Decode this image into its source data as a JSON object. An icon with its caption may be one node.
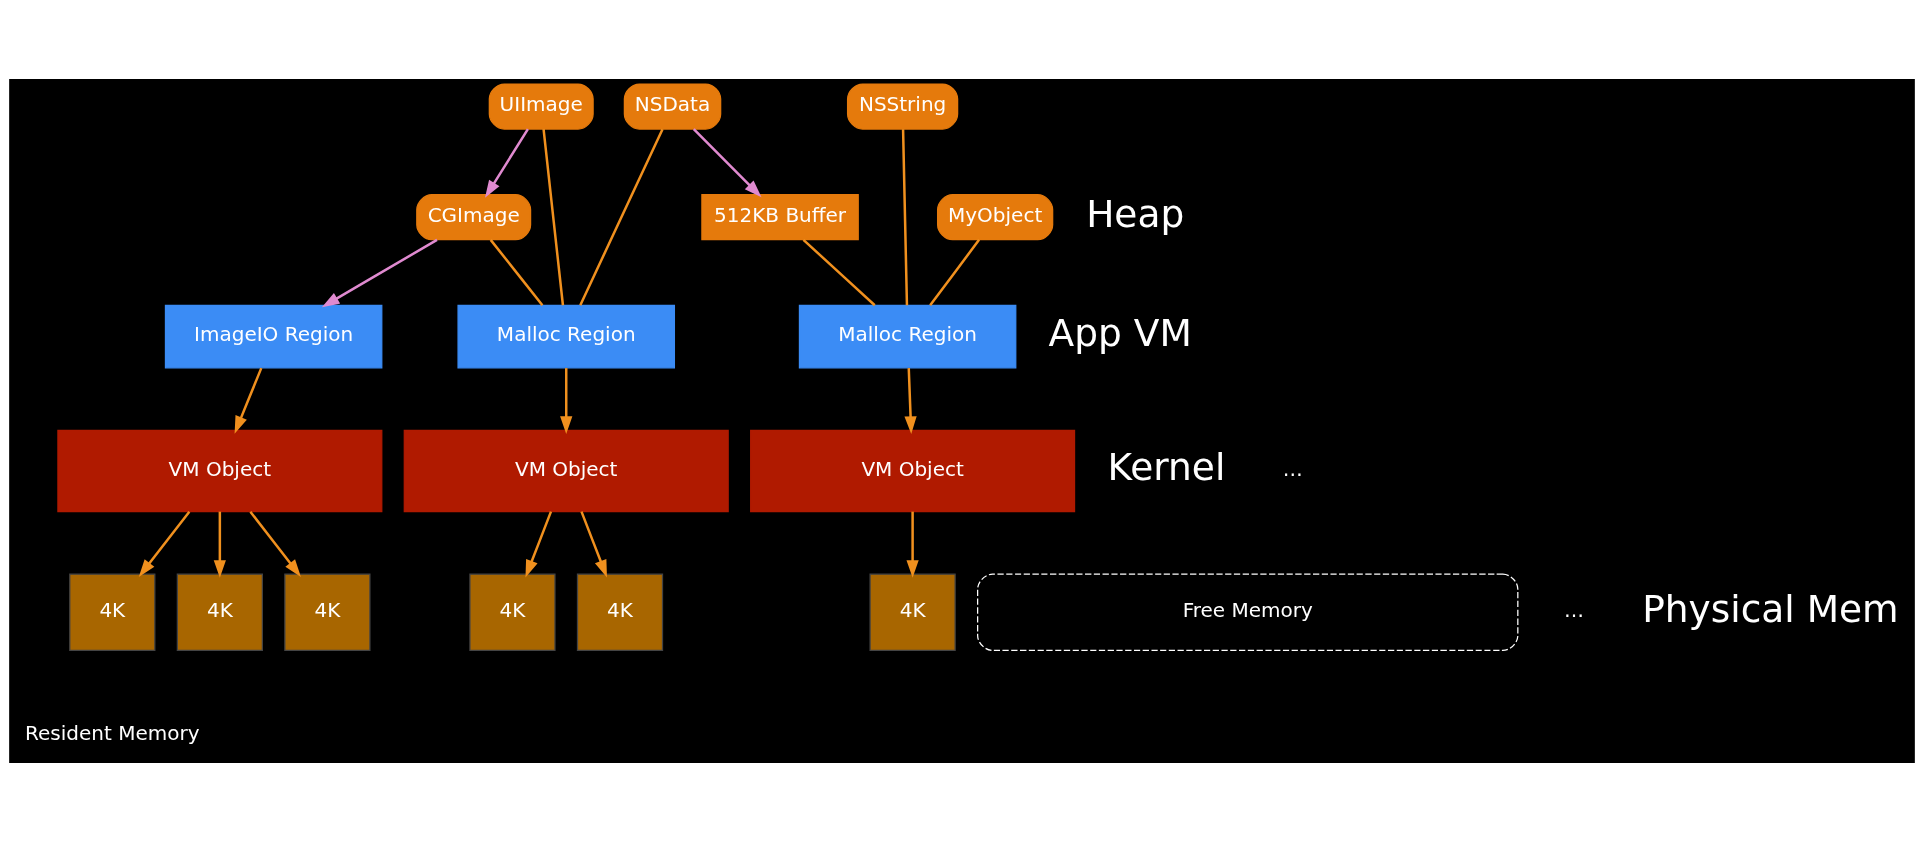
{
  "diagram": {
    "nodes": [
      {
        "text": [
          "UIImage"
        ]
      },
      {
        "text": [
          "CGImage"
        ]
      },
      {
        "text": [
          "NSData"
        ]
      },
      {
        "text": [
          "512KB Buffer"
        ]
      },
      {
        "text": [
          "NSString"
        ]
      },
      {
        "text": [
          "MyObject"
        ]
      },
      {
        "text": [
          "ImageIO Region"
        ]
      },
      {
        "text": [
          "Malloc Region"
        ]
      },
      {
        "text": [
          "Malloc Region"
        ]
      },
      {
        "text": [
          "VM Object"
        ]
      },
      {
        "text": [
          "VM Object"
        ]
      },
      {
        "text": [
          "VM Object"
        ]
      },
      {
        "text": [
          "4K"
        ]
      },
      {
        "text": [
          "4K"
        ]
      },
      {
        "text": [
          "4K"
        ]
      },
      {
        "text": [
          "4K"
        ]
      },
      {
        "text": [
          "4K"
        ]
      },
      {
        "text": [
          "4K"
        ]
      },
      {
        "text": [
          "Free Memory"
        ]
      }
    ],
    "edges": [
      {
        "from": 0,
        "to": 1,
        "arrow": "to",
        "color": "#e08ad0"
      },
      {
        "from": 1,
        "to": 6,
        "arrow": "to",
        "color": "#e08ad0"
      },
      {
        "from": 1,
        "to": 7,
        "arrow": "none"
      },
      {
        "from": 0,
        "to": 7,
        "arrow": "none"
      },
      {
        "from": 2,
        "to": 3,
        "arrow": "to",
        "color": "#e08ad0"
      },
      {
        "from": 2,
        "to": 7,
        "arrow": "none"
      },
      {
        "from": 3,
        "to": 8,
        "arrow": "none"
      },
      {
        "from": 4,
        "to": 8,
        "arrow": "none"
      },
      {
        "from": 5,
        "to": 8,
        "arrow": "none"
      },
      {
        "from": 6,
        "to": 9,
        "arrow": "to"
      },
      {
        "from": 7,
        "to": 10,
        "arrow": "to"
      },
      {
        "from": 8,
        "to": 11,
        "arrow": "to"
      },
      {
        "from": 9,
        "to": 12,
        "arrow": "to"
      },
      {
        "from": 9,
        "to": 13,
        "arrow": "to"
      },
      {
        "from": 9,
        "to": 14,
        "arrow": "to"
      },
      {
        "from": 10,
        "to": 15,
        "arrow": "to"
      },
      {
        "from": 10,
        "to": 16,
        "arrow": "to"
      },
      {
        "from": 11,
        "to": 17,
        "arrow": "to"
      }
    ],
    "labels": [
      "Heap",
      "App VM",
      "Kernel",
      "…",
      "…",
      "Physical Mem",
      "Resident Memory"
    ]
  }
}
